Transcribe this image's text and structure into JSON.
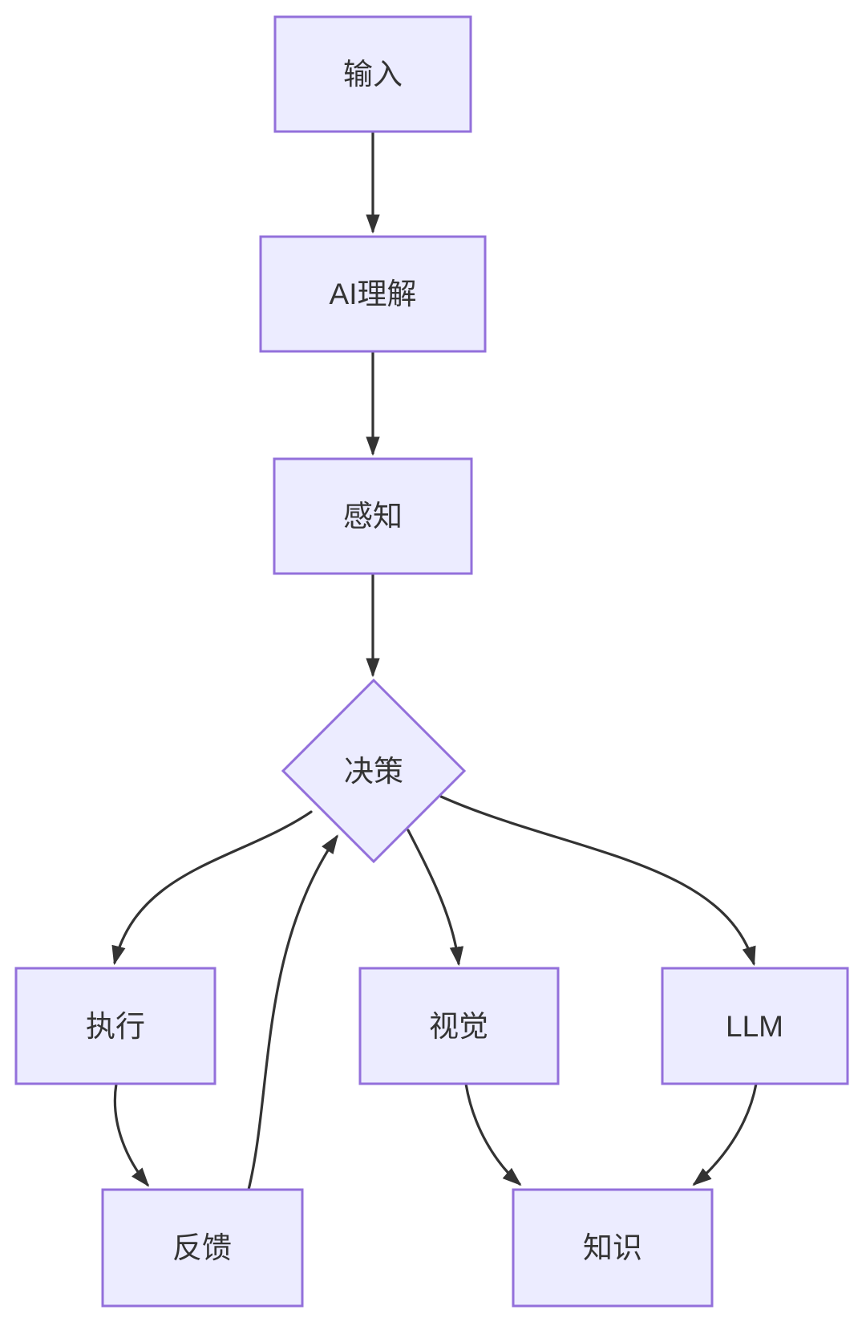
{
  "diagram": {
    "type": "flowchart",
    "direction": "top-down",
    "colors": {
      "node_fill": "#ECECFF",
      "node_border": "#9370DB",
      "edge_color": "#333333",
      "text_color": "#333333",
      "background": "#ffffff"
    },
    "nodes": [
      {
        "id": "input",
        "label": "输入",
        "shape": "rect"
      },
      {
        "id": "ai",
        "label": "AI理解",
        "shape": "rect"
      },
      {
        "id": "perception",
        "label": "感知",
        "shape": "rect"
      },
      {
        "id": "decision",
        "label": "决策",
        "shape": "diamond"
      },
      {
        "id": "execute",
        "label": "执行",
        "shape": "rect"
      },
      {
        "id": "vision",
        "label": "视觉",
        "shape": "rect"
      },
      {
        "id": "llm",
        "label": "LLM",
        "shape": "rect"
      },
      {
        "id": "feedback",
        "label": "反馈",
        "shape": "rect"
      },
      {
        "id": "knowledge",
        "label": "知识",
        "shape": "rect"
      }
    ],
    "edges": [
      {
        "from": "input",
        "to": "ai"
      },
      {
        "from": "ai",
        "to": "perception"
      },
      {
        "from": "perception",
        "to": "decision"
      },
      {
        "from": "decision",
        "to": "execute"
      },
      {
        "from": "decision",
        "to": "vision"
      },
      {
        "from": "decision",
        "to": "llm"
      },
      {
        "from": "execute",
        "to": "feedback"
      },
      {
        "from": "feedback",
        "to": "decision"
      },
      {
        "from": "vision",
        "to": "knowledge"
      },
      {
        "from": "llm",
        "to": "knowledge"
      }
    ]
  }
}
